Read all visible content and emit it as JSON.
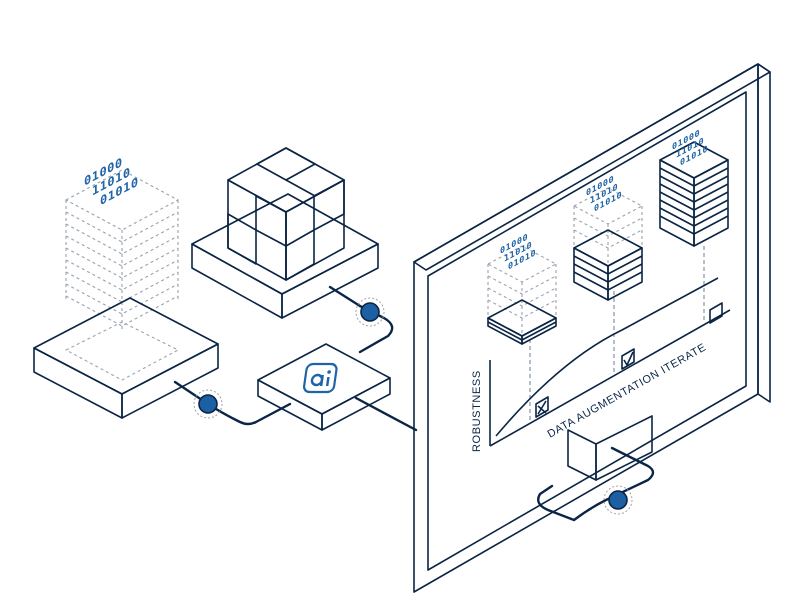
{
  "colors": {
    "outline": "#0b2545",
    "dark_blue": "#1d5a93",
    "mid_blue": "#5e9bd4",
    "light_blue": "#c9e2f7",
    "pale_blue": "#e9f3fc",
    "accent_blue": "#1f64a8",
    "node_blue": "#1d5fa3"
  },
  "left_stack": {
    "binary_lines": [
      "01000",
      "11010",
      "01010"
    ]
  },
  "monitor": {
    "stacks": [
      {
        "binary_lines": [
          "01000",
          "11010",
          "01010"
        ]
      },
      {
        "binary_lines": [
          "01000",
          "11010",
          "01010"
        ]
      },
      {
        "binary_lines": [
          "01000",
          "11010",
          "01010"
        ]
      }
    ],
    "chart": {
      "ylabel": "ROBUSTNESS",
      "xlabel": "DATA AUGMENTATION ITERATE",
      "checkboxes": [
        "crossed",
        "checked",
        "empty"
      ]
    }
  },
  "ai_box": {
    "icon": "ai-logo-icon"
  }
}
